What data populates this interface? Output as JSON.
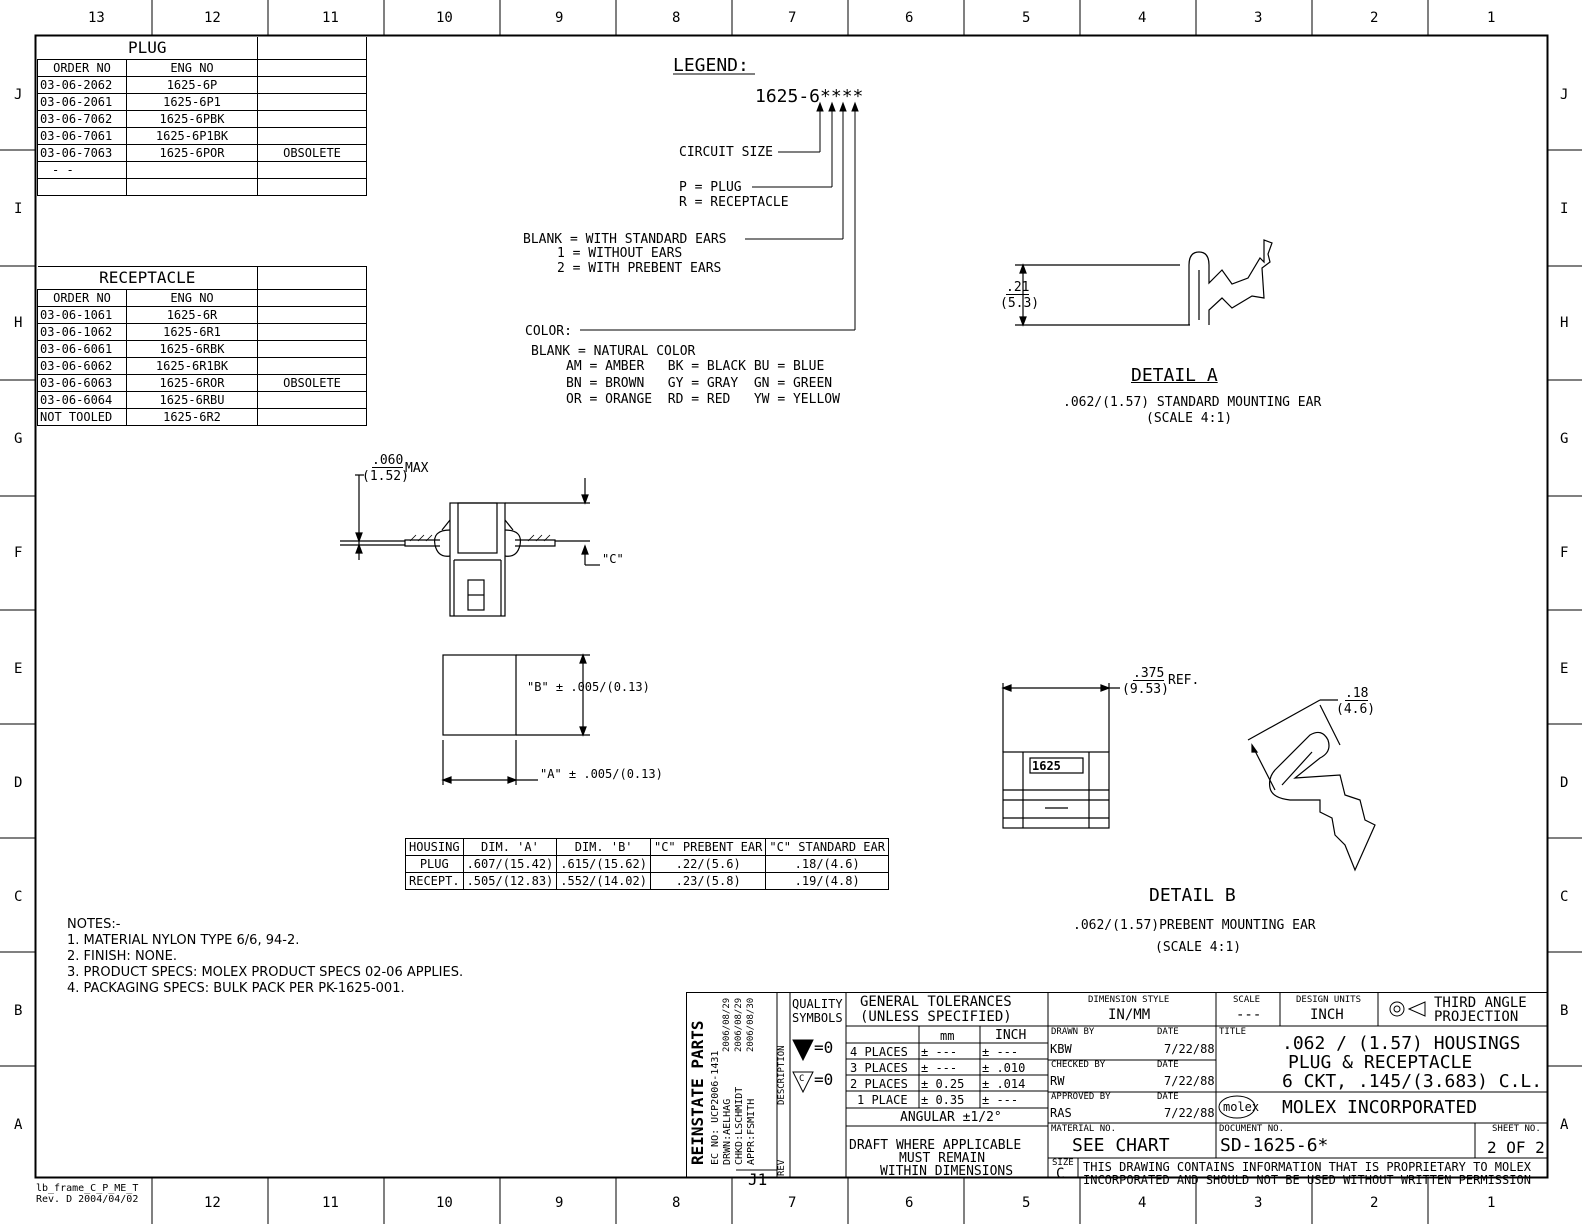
{
  "frame": {
    "top_zones": [
      "13",
      "12",
      "11",
      "10",
      "9",
      "8",
      "7",
      "6",
      "5",
      "4",
      "3",
      "2",
      "1"
    ],
    "bottom_zones": [
      "12",
      "11",
      "10",
      "9",
      "8",
      "7",
      "6",
      "5",
      "4",
      "3",
      "2",
      "1"
    ],
    "rows": [
      "J",
      "I",
      "H",
      "G",
      "F",
      "E",
      "D",
      "C",
      "B",
      "A"
    ],
    "frame_id": "lb_frame_C_P_ME_T",
    "frame_rev": "Rev. D 2004/04/02"
  },
  "plug_table": {
    "title": "PLUG",
    "headers": [
      "ORDER NO",
      "ENG NO",
      ""
    ],
    "rows": [
      [
        "03-06-2062",
        "1625-6P",
        ""
      ],
      [
        "03-06-2061",
        "1625-6P1",
        ""
      ],
      [
        "03-06-7062",
        "1625-6PBK",
        ""
      ],
      [
        "03-06-7061",
        "1625-6P1BK",
        ""
      ],
      [
        "03-06-7063",
        "1625-6POR",
        "OBSOLETE"
      ],
      [
        "-  -",
        "",
        ""
      ],
      [
        "",
        "",
        ""
      ]
    ]
  },
  "receptacle_table": {
    "title": "RECEPTACLE",
    "headers": [
      "ORDER NO",
      "ENG NO",
      ""
    ],
    "rows": [
      [
        "03-06-1061",
        "1625-6R",
        ""
      ],
      [
        "03-06-1062",
        "1625-6R1",
        ""
      ],
      [
        "03-06-6061",
        "1625-6RBK",
        ""
      ],
      [
        "03-06-6062",
        "1625-6R1BK",
        ""
      ],
      [
        "03-06-6063",
        "1625-6ROR",
        "OBSOLETE"
      ],
      [
        "03-06-6064",
        "1625-6RBU",
        ""
      ],
      [
        "NOT TOOLED",
        "1625-6R2",
        ""
      ]
    ]
  },
  "legend": {
    "title": "LEGEND:",
    "part": "1625-6****",
    "circuit": "CIRCUIT SIZE",
    "pr": [
      "P = PLUG",
      "R = RECEPTACLE"
    ],
    "ears": [
      "BLANK = WITH STANDARD EARS",
      "1 = WITHOUT EARS",
      "2 = WITH PREBENT EARS"
    ],
    "color_label": "COLOR:",
    "colors": [
      "BLANK = NATURAL COLOR",
      "AM = AMBER   BK = BLACK BU = BLUE",
      "BN = BROWN   GY = GRAY  GN = GREEN",
      "OR = ORANGE  RD = RED   YW = YELLOW"
    ]
  },
  "detail_a": {
    "title": "DETAIL A",
    "subtitle": ".062/(1.57) STANDARD MOUNTING EAR",
    "scale": "(SCALE 4:1)",
    "dim_num": ".21",
    "dim_den": "(5.3)"
  },
  "detail_b": {
    "title": "DETAIL B",
    "subtitle": ".062/(1.57)PREBENT MOUNTING EAR",
    "scale": "(SCALE 4:1)",
    "dim_num": ".18",
    "dim_den": "(4.6)"
  },
  "side_view": {
    "dim_num": ".060",
    "dim_den": "(1.52)",
    "max": "MAX",
    "c_label": "\"C\""
  },
  "block_view": {
    "b_dim": "\"B\" ± .005/(0.13)",
    "a_dim": "\"A\" ± .005/(0.13)"
  },
  "top_view": {
    "label": "1625",
    "ref_num": ".375",
    "ref_den": "(9.53)",
    "ref": "REF."
  },
  "dim_table": {
    "headers": [
      "HOUSING",
      "DIM. 'A'",
      "DIM. 'B'",
      "\"C\" PREBENT EAR",
      "\"C\" STANDARD EAR"
    ],
    "rows": [
      [
        "PLUG",
        ".607/(15.42)",
        ".615/(15.62)",
        ".22/(5.6)",
        ".18/(4.6)"
      ],
      [
        "RECEPT.",
        ".505/(12.83)",
        ".552/(14.02)",
        ".23/(5.8)",
        ".19/(4.8)"
      ]
    ]
  },
  "notes": {
    "title": "NOTES:-",
    "items": [
      "1. MATERIAL NYLON TYPE 6/6, 94-2.",
      "2. FINISH: NONE.",
      "3. PRODUCT SPECS: MOLEX PRODUCT SPECS 02-06 APPLIES.",
      "4. PACKAGING SPECS: BULK PACK PER PK-1625-001."
    ]
  },
  "revision": {
    "title": "REINSTATE PARTS",
    "lines": [
      "EC NO: UCP2006-1431",
      "DRWN:AELHAG",
      "CHKD:LSCHMIDT",
      "APPR:FSMITH"
    ],
    "dates": [
      "2006/08/29",
      "2006/08/29",
      "2006/08/30"
    ],
    "rev": "J1",
    "description_label": "DESCRIPTION",
    "rev_label": "REV"
  },
  "quality": {
    "title": "QUALITY\nSYMBOLS",
    "sym1": "=0",
    "sym2": "=0",
    "sym2_letter": "C"
  },
  "tolerances": {
    "title": "GENERAL TOLERANCES",
    "subtitle": "(UNLESS SPECIFIED)",
    "mm": "mm",
    "inch": "INCH",
    "rows": [
      [
        "4 PLACES",
        "± ---",
        "± ---"
      ],
      [
        "3 PLACES",
        "± ---",
        "± .010"
      ],
      [
        "2 PLACES",
        "± 0.25",
        "± .014"
      ],
      [
        "1 PLACE",
        "± 0.35",
        "± ---"
      ]
    ],
    "angular": "ANGULAR ±1/2°",
    "draft": [
      "DRAFT WHERE APPLICABLE",
      "MUST REMAIN",
      "WITHIN DIMENSIONS"
    ]
  },
  "titleblock": {
    "dimension_style_label": "DIMENSION STYLE",
    "dimension_style": "IN/MM",
    "scale_label": "SCALE",
    "scale": "---",
    "design_units_label": "DESIGN UNITS",
    "design_units": "INCH",
    "projection": [
      "THIRD ANGLE",
      "PROJECTION"
    ],
    "drawn_by_label": "DRAWN BY",
    "drawn_by": "KBW",
    "checked_by_label": "CHECKED BY",
    "checked_by": "RW",
    "approved_by_label": "APPROVED BY",
    "approved_by": "RAS",
    "date_label": "DATE",
    "date": "7/22/88",
    "title_label": "TITLE",
    "title_lines": [
      ".062 / (1.57) HOUSINGS",
      "PLUG & RECEPTACLE",
      "6 CKT, .145/(3.683) C.L."
    ],
    "logo": "molex",
    "company": "MOLEX INCORPORATED",
    "material_label": "MATERIAL NO.",
    "material": "SEE CHART",
    "document_label": "DOCUMENT NO.",
    "document": "SD-1625-6*",
    "sheet_label": "SHEET NO.",
    "sheet": "2 OF 2",
    "size_label": "SIZE",
    "size": "C",
    "proprietary": [
      "THIS DRAWING CONTAINS INFORMATION THAT IS PROPRIETARY TO MOLEX",
      "INCORPORATED AND SHOULD NOT BE USED WITHOUT WRITTEN PERMISSION"
    ]
  }
}
